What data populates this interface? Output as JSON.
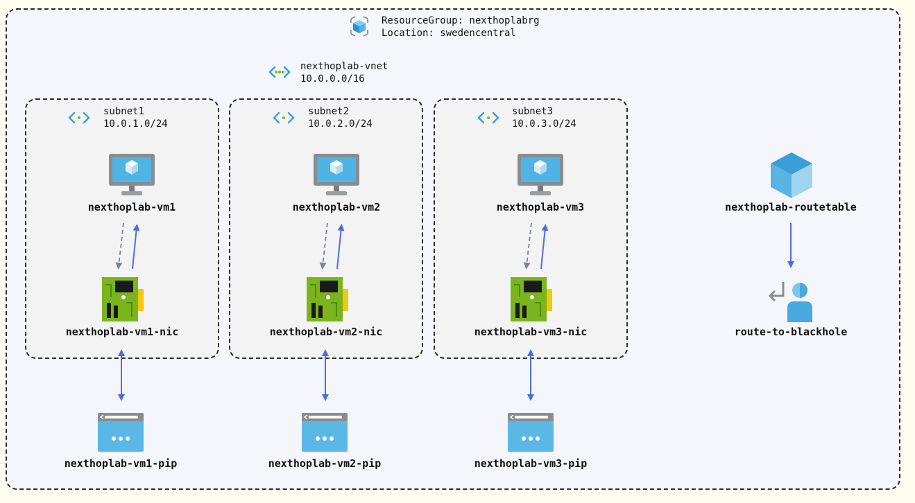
{
  "resource_group": {
    "line1": "ResourceGroup: nexthoplabrg",
    "line2": "Location: swedencentral"
  },
  "vnet": {
    "name": "nexthoplab-vnet",
    "cidr": "10.0.0.0/16"
  },
  "subnets": [
    {
      "name": "subnet1",
      "cidr": "10.0.1.0/24"
    },
    {
      "name": "subnet2",
      "cidr": "10.0.2.0/24"
    },
    {
      "name": "subnet3",
      "cidr": "10.0.3.0/24"
    }
  ],
  "vms": [
    "nexthoplab-vm1",
    "nexthoplab-vm2",
    "nexthoplab-vm3"
  ],
  "nics": [
    "nexthoplab-vm1-nic",
    "nexthoplab-vm2-nic",
    "nexthoplab-vm3-nic"
  ],
  "pips": [
    "nexthoplab-vm1-pip",
    "nexthoplab-vm2-pip",
    "nexthoplab-vm3-pip"
  ],
  "route_table": {
    "name": "nexthoplab-routetable",
    "route": "route-to-blackhole"
  },
  "icons": {
    "resource_group": "resource-group-cube-icon",
    "vnet": "virtual-network-icon",
    "subnet": "subnet-icon",
    "vm": "virtual-machine-icon",
    "nic": "network-interface-icon",
    "pip": "public-ip-icon",
    "route_table": "route-table-icon",
    "route": "route-icon"
  },
  "colors": {
    "arrow": "#4a6fe0",
    "dashed_arrow": "#7a8594",
    "azure_blue": "#3a9fd6",
    "nic_green": "#7ab51d"
  }
}
